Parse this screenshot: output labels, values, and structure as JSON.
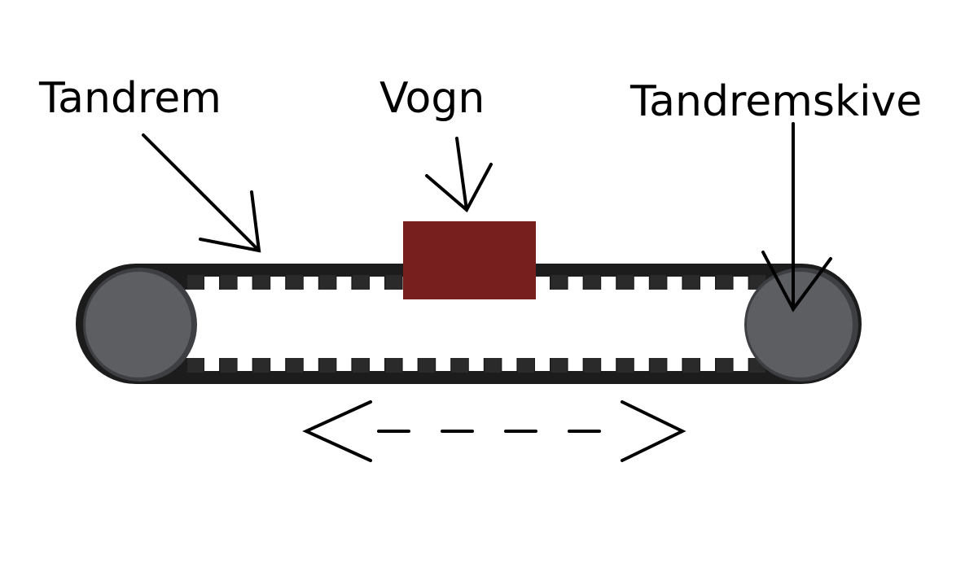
{
  "labels": {
    "belt": "Tandrem",
    "carriage": "Vogn",
    "pulley": "Tandremskive"
  },
  "colors": {
    "background": "#ffffff",
    "belt": "#1c1c1c",
    "belt_tooth": "#2a2a2a",
    "pulley": "#5d5e62",
    "pulley_rim": "#3e3f42",
    "carriage": "#761f1e",
    "ink": "#000000"
  }
}
